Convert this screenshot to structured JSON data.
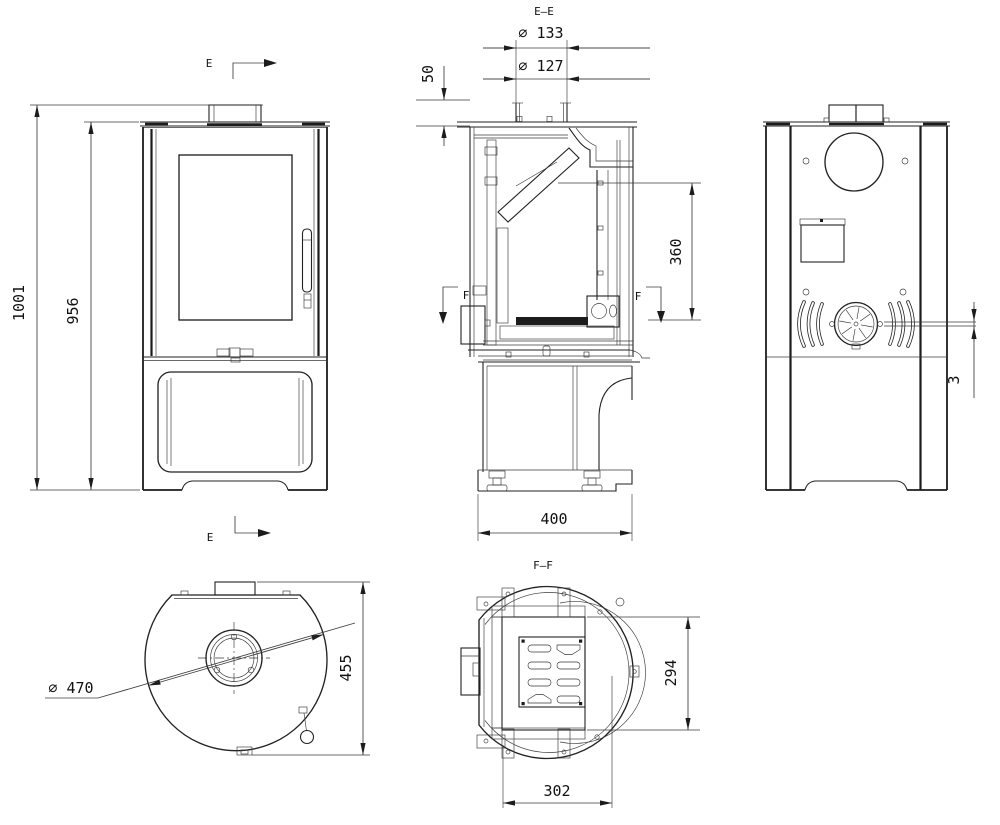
{
  "labels": {
    "section_ee": "E–E",
    "section_ff": "F–F",
    "e": "E",
    "f": "F"
  },
  "dims": {
    "total_height": "1001",
    "body_height": "956",
    "flue_od": "∅ 133",
    "flue_id": "∅ 127",
    "flue_stub_height": "50",
    "firebox_height": "360",
    "base_depth": "400",
    "rear_gap": "3",
    "body_diameter": "∅ 470",
    "total_depth": "455",
    "ff_height": "294",
    "ff_width": "302"
  }
}
